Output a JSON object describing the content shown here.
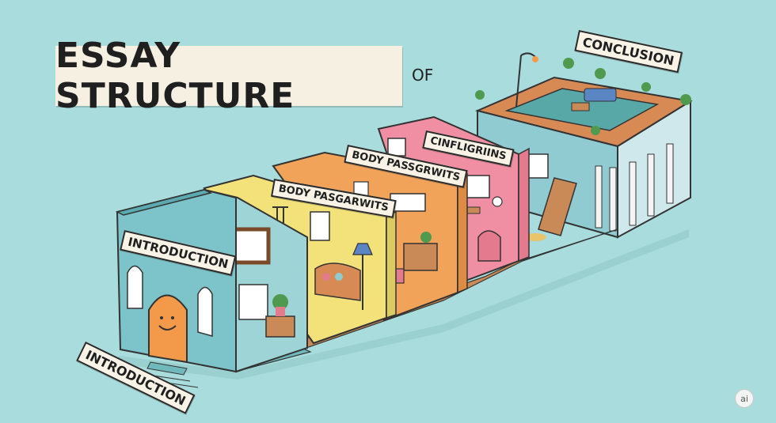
{
  "title": "ESSAY STRUCTURE",
  "title_suffix": "OF",
  "labels": {
    "intro_wall": "INTRODUCTION",
    "intro_floor": "INTRODUCTION",
    "body1": "BODY PASGARWITS",
    "body2": "BODY PASSGRWITS",
    "conflict": "CINFLIGRIINS",
    "conclusion": "CONCLUSION"
  },
  "badge": "ai",
  "colors": {
    "background": "#a9dcdc",
    "intro_wall": "#7cc4c9",
    "body1_wall": "#f3e27a",
    "body2_wall": "#f2a35a",
    "conflict_wall": "#f08fa3",
    "conclusion_wall": "#8fcbd0",
    "door": "#f29a4a",
    "floor_wood": "#c98a57"
  }
}
